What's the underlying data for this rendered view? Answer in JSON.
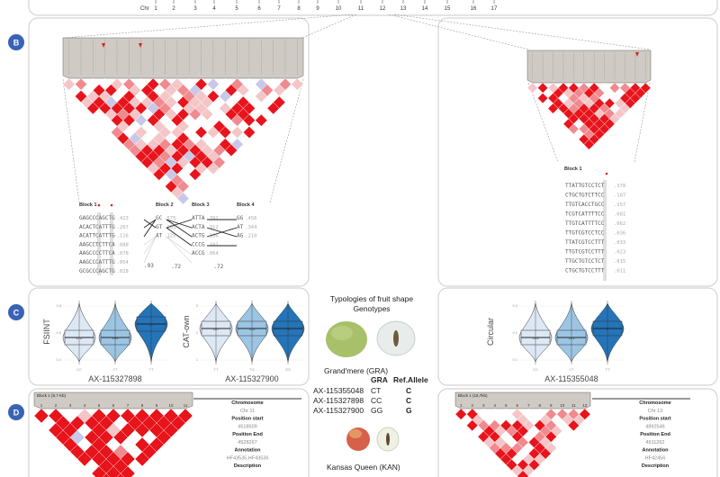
{
  "panel_labels": [
    "B",
    "C",
    "D"
  ],
  "label_color": "#3a62b5",
  "ld_red": "#e8141c",
  "chromosome_axis": {
    "prefix": "Chr",
    "labels": [
      "1",
      "2",
      "3",
      "4",
      "5",
      "6",
      "7",
      "8",
      "9",
      "10",
      "11",
      "12",
      "13",
      "14",
      "15",
      "16",
      "17"
    ]
  },
  "panel_b_left": {
    "blocks": [
      {
        "name": "Block 1",
        "haplotypes": [
          {
            "seq": "GAGCCCAGCTG",
            "freq": ".423"
          },
          {
            "seq": "ACACTCATTTG",
            "freq": ".207"
          },
          {
            "seq": "ACATTCATTTG",
            "freq": ".116"
          },
          {
            "seq": "AAGCCTCTTCA",
            "freq": ".088"
          },
          {
            "seq": "AAGCCCCTTCA",
            "freq": ".078"
          },
          {
            "seq": "AAGCCCATTTG",
            "freq": ".054"
          },
          {
            "seq": "GCGCCCAGCTG",
            "freq": ".028"
          }
        ],
        "link": ".93"
      },
      {
        "name": "Block 2",
        "haplotypes": [
          {
            "seq": "GC",
            "freq": ".575"
          },
          {
            "seq": "GT",
            "freq": ".205"
          },
          {
            "seq": "AT",
            "freq": ".125"
          }
        ],
        "link": ".72"
      },
      {
        "name": "Block 3",
        "haplotypes": [
          {
            "seq": "ATTA",
            "freq": ".391"
          },
          {
            "seq": "ACTA",
            "freq": ".312"
          },
          {
            "seq": "ACTG",
            "freq": ".186"
          },
          {
            "seq": "CCCG",
            "freq": ".101"
          },
          {
            "seq": "ACCG",
            "freq": ".064"
          }
        ],
        "link": ".72"
      },
      {
        "name": "Block 4",
        "haplotypes": [
          {
            "seq": "GG",
            "freq": ".456"
          },
          {
            "seq": "AT",
            "freq": ".344"
          },
          {
            "seq": "AG",
            "freq": ".210"
          }
        ]
      }
    ]
  },
  "panel_b_right": {
    "block": {
      "name": "Block 1",
      "haplotypes": [
        {
          "seq": "TTATTGTCCTCT",
          "freq": ".378"
        },
        {
          "seq": "CTGCTGTCTTCC",
          "freq": ".187"
        },
        {
          "seq": "TTGTCACCTGCC",
          "freq": ".157"
        },
        {
          "seq": "TCGTCATTTTCC",
          "freq": ".081"
        },
        {
          "seq": "TTGTCATTTTCC",
          "freq": ".062"
        },
        {
          "seq": "TTGTCGTCCTCC",
          "freq": ".036"
        },
        {
          "seq": "TTATCGTCCTTT",
          "freq": ".033"
        },
        {
          "seq": "TTGTCGTCCTTT",
          "freq": ".023"
        },
        {
          "seq": "TTGCTGTCCTCT",
          "freq": ".015"
        },
        {
          "seq": "CTGCTGTCCTTT",
          "freq": ".011"
        }
      ]
    }
  },
  "panel_c": {
    "plots": [
      {
        "ylabel": "FSIINT",
        "xlabel": "AX-115327898",
        "yticks": [
          "0.8",
          "0.6",
          "0.4"
        ],
        "groups": [
          "CC",
          "CT",
          "TT"
        ],
        "counts": [
          "172",
          "143",
          "60"
        ]
      },
      {
        "ylabel": "CAT-own",
        "xlabel": "AX-115327900",
        "yticks": [
          "3",
          "2",
          "1"
        ],
        "groups": [
          "TT",
          "TG",
          "GG"
        ],
        "counts": [
          "107",
          "115",
          "78"
        ]
      },
      {
        "ylabel": "Circular",
        "xlabel": "AX-115355048",
        "yticks": [
          "0.3",
          "0.2",
          "0.1"
        ],
        "groups": [
          "CC",
          "CT",
          "TT"
        ],
        "counts": [
          "223",
          "121",
          "8"
        ]
      }
    ],
    "violin_colors": [
      "#dde8f5",
      "#9cc5e3",
      "#2474b8"
    ]
  },
  "middle": {
    "title_line1": "Typologies of fruit shape",
    "title_line2": "Genotypes",
    "variety1": "Grand'mere (GRA)",
    "col_genotype": "GRA",
    "col_ref": "Ref.Allele",
    "rows": [
      {
        "marker": "AX-115355048",
        "genotype": "CT",
        "ref": "C"
      },
      {
        "marker": "AX-115327898",
        "genotype": "CC",
        "ref": "C"
      },
      {
        "marker": "AX-115327900",
        "genotype": "GG",
        "ref": "G"
      }
    ],
    "variety2": "Kansas Queen (KAN)"
  },
  "panel_d_left": {
    "block_label": "Block 1 (9,7 Kb)",
    "markers": [
      "1",
      "2",
      "3",
      "4",
      "5",
      "6",
      "7",
      "8",
      "9",
      "10",
      "11"
    ],
    "info": [
      {
        "key": "Chromosome",
        "value": "Chr 11"
      },
      {
        "key": "Position start",
        "value": "4518509"
      },
      {
        "key": "Position End",
        "value": "4528267"
      },
      {
        "key": "Annotation",
        "value": "HF43535,HF43536"
      },
      {
        "key": "Description",
        "value": ""
      }
    ]
  },
  "panel_d_right": {
    "block_label": "Block 1 (18,7kb)",
    "markers": [
      "1",
      "2",
      "3",
      "4",
      "5",
      "6",
      "7",
      "8",
      "9",
      "10",
      "11",
      "12"
    ],
    "info": [
      {
        "key": "Chromosome",
        "value": "Chr 13"
      },
      {
        "key": "Position start",
        "value": "4892546"
      },
      {
        "key": "Position End",
        "value": "4911262"
      },
      {
        "key": "Annotation",
        "value": "HF42456"
      },
      {
        "key": "Description",
        "value": ""
      }
    ]
  }
}
